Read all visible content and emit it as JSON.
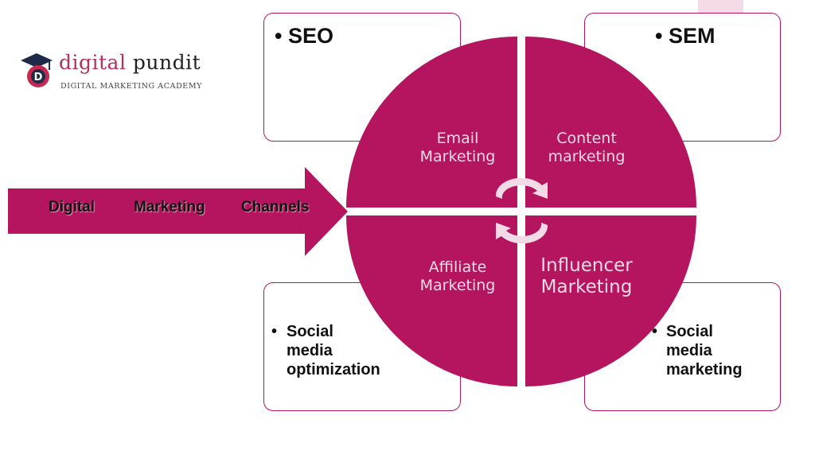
{
  "colors": {
    "accent": "#b5145e",
    "pale": "#f2dbe6",
    "corner": "#f4dbe7"
  },
  "logo": {
    "brand_first": "digital",
    "brand_second": "pundit",
    "tagline": "DIGITAL MARKETING ACADEMY",
    "mark_letter": "D"
  },
  "arrow": {
    "words": [
      "Digital",
      "Marketing",
      "Channels"
    ]
  },
  "boxes": {
    "top_left": "SEO",
    "top_right": "SEM",
    "bottom_left": [
      "Social",
      "media",
      "optimization"
    ],
    "bottom_right": [
      "Social",
      "media",
      "marketing"
    ]
  },
  "quadrants": {
    "top_left": [
      "Email",
      "Marketing"
    ],
    "top_right": [
      "Content",
      "marketing"
    ],
    "bottom_left": [
      "Affiliate",
      "Marketing"
    ],
    "bottom_right": [
      "Influencer",
      "Marketing"
    ]
  },
  "icons": {
    "cycle": "refresh-cycle-icon",
    "bullet": "bullet-dot"
  }
}
